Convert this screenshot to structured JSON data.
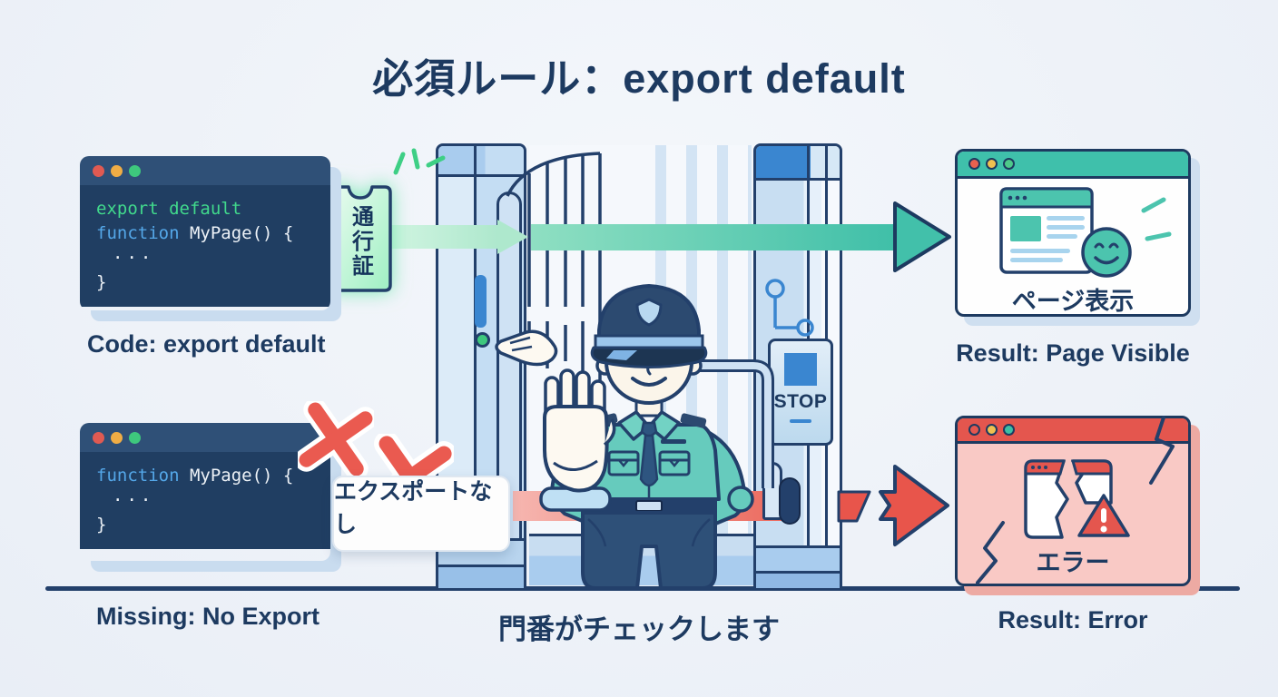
{
  "title": "必須ルール：export default",
  "code_success": {
    "l1": "export default",
    "l2_kw": "function",
    "l2_rest": " MyPage() {",
    "l3": "···",
    "l4": "}",
    "caption": "Code: export default"
  },
  "code_fail": {
    "l1_kw": "function",
    "l1_rest": " MyPage() {",
    "l2": "···",
    "l3": "}",
    "caption": "Missing: No Export"
  },
  "badge": {
    "label": "通行証"
  },
  "gate": {
    "stop_sign": "STOP"
  },
  "blocked_label": "エクスポートなし",
  "result_success": {
    "window_label": "ページ表示",
    "caption": "Result: Page Visible"
  },
  "result_error": {
    "window_label": "エラー",
    "caption": "Result: Error"
  },
  "footer": "門番がチェックします",
  "colors": {
    "navy": "#1d3a60",
    "accent_teal": "#42c0aa",
    "alert_red": "#e8554b",
    "pass_green": "#41d98c",
    "code_blue": "#54a7e8",
    "code_window": "#203e62"
  }
}
